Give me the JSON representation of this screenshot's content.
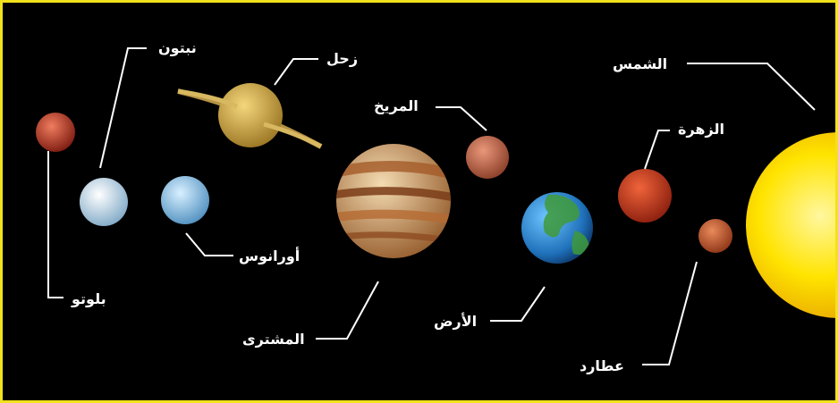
{
  "diagram": {
    "background": "#000000",
    "border_color": "#f2e21d",
    "bodies": [
      {
        "key": "sun",
        "label": "الشمس",
        "color": "#ffe400"
      },
      {
        "key": "mercury",
        "label": "عطارد",
        "color": "#c8552a"
      },
      {
        "key": "venus",
        "label": "الزهرة",
        "color": "#d63a1e"
      },
      {
        "key": "earth",
        "label": "الأرض",
        "color": "#2f8fd8"
      },
      {
        "key": "mars",
        "label": "المريخ",
        "color": "#c96b4a"
      },
      {
        "key": "jupiter",
        "label": "المشترى",
        "color": "#c98a4e"
      },
      {
        "key": "saturn",
        "label": "زحل",
        "color": "#d9b24f"
      },
      {
        "key": "uranus",
        "label": "أورانوس",
        "color": "#8fc4e8"
      },
      {
        "key": "neptune",
        "label": "نبتون",
        "color": "#cfe3f2"
      },
      {
        "key": "pluto",
        "label": "بلوتو",
        "color": "#c0392b"
      }
    ]
  }
}
